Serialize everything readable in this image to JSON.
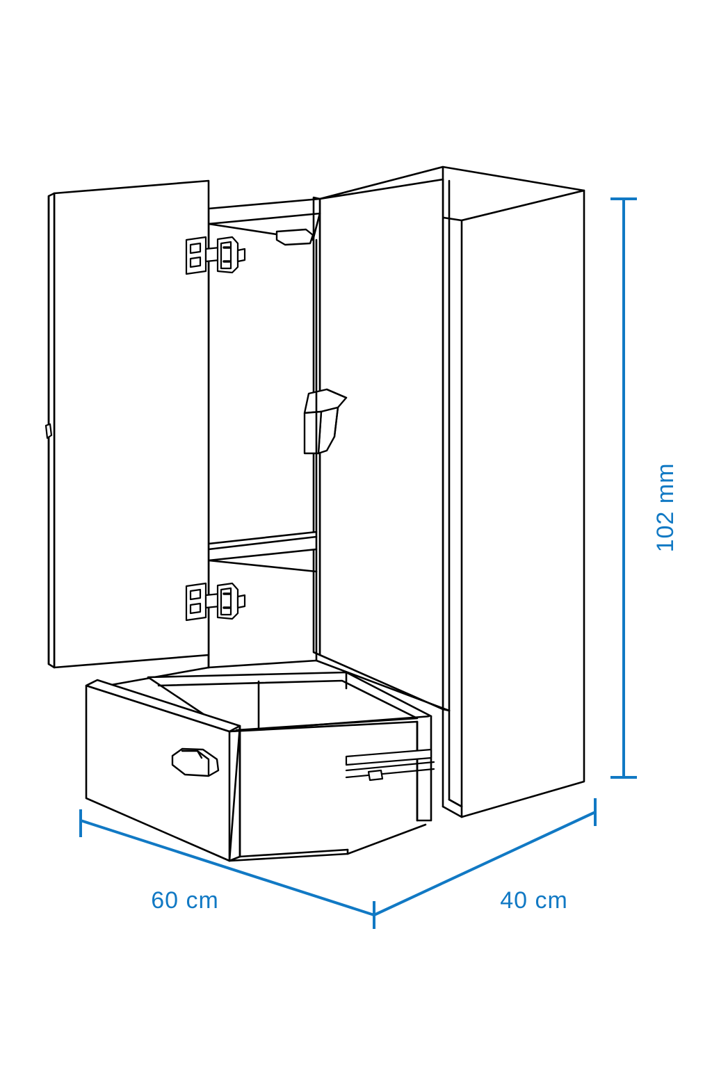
{
  "drawing": {
    "type": "technical-line-drawing",
    "subject": "two-door wardrobe cabinet with single bottom drawer",
    "view": "isometric / three-quarter perspective",
    "line_color": "#000000",
    "background_color": "#ffffff",
    "dimension_color": "#1179c4"
  },
  "dimensions": {
    "height": {
      "label": "102 mm",
      "value": 102,
      "unit": "mm",
      "orientation": "vertical",
      "position": "right"
    },
    "width": {
      "label": "60 cm",
      "value": 60,
      "unit": "cm",
      "orientation": "diagonal-left",
      "position": "bottom-left"
    },
    "depth": {
      "label": "40 cm",
      "value": 40,
      "unit": "cm",
      "orientation": "diagonal-right",
      "position": "bottom-right"
    }
  },
  "parts": {
    "left_door": "left-door-open",
    "right_door": "right-door-closed",
    "side_panel": "right-side-panel",
    "top_panel": "cabinet-top-panel",
    "shelf": "interior-shelf",
    "hanging_rail": "clothes-hanging-rail",
    "drawer": "bottom-drawer-open",
    "drawer_slide": "drawer-slide-rail",
    "hinge_upper": "upper-concealed-hinge",
    "hinge_lower": "lower-concealed-hinge",
    "left_door_handle": "left-door-handle",
    "right_door_handle": "right-door-handle",
    "drawer_handle": "drawer-pull-handle"
  }
}
